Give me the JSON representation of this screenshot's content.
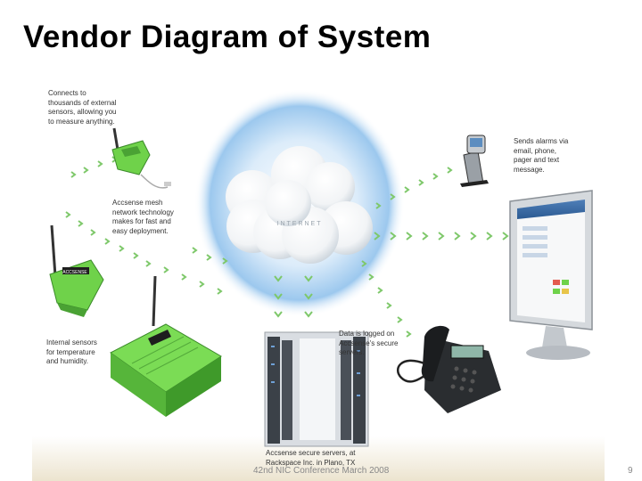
{
  "slide": {
    "title": "Vendor Diagram of System",
    "footer": "42nd NIC Conference March 2008",
    "page_number": "9"
  },
  "diagram": {
    "captions": {
      "sensors": "Connects to thousands of external sensors, allowing you to measure anything.",
      "mesh": "Accsense mesh network technology makes for fast and easy deployment.",
      "internal": "Internal sensors for temperature and humidity.",
      "alarms": "Sends alarms via email, phone, pager and text message.",
      "logged": "Data is logged on Accsense's secure servers.",
      "servers": "Accsense secure servers, at Rackspace Inc. in Plano, TX"
    },
    "cloud_label": "INTERNET",
    "device_brand": "ACCSENSE",
    "colors": {
      "device_green": "#6fd24a",
      "arrow_green": "#7ec86a",
      "cloud_glow": "#8fc2ec"
    },
    "icons": [
      "sensor-pod-icon",
      "mesh-node-icon",
      "gateway-router-icon",
      "internet-cloud-icon",
      "server-room-icon",
      "desk-phone-icon",
      "cell-phone-icon",
      "computer-monitor-icon"
    ]
  }
}
